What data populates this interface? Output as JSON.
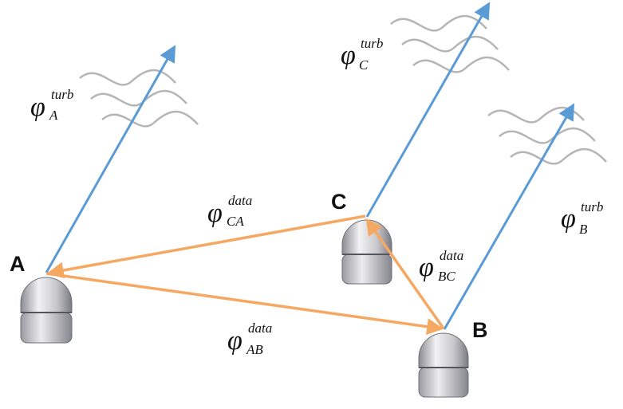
{
  "colors": {
    "turbulence_ray": "#5b9bd5",
    "baseline": "#f5a862",
    "turbulence_wave": "#b5b5b5",
    "text": "#111111"
  },
  "telescopes": [
    {
      "id": "A",
      "label": "A"
    },
    {
      "id": "B",
      "label": "B"
    },
    {
      "id": "C",
      "label": "C"
    }
  ],
  "phases": {
    "turb_A": {
      "symbol": "φ",
      "sup": "turb",
      "sub": "A"
    },
    "turb_B": {
      "symbol": "φ",
      "sup": "turb",
      "sub": "B"
    },
    "turb_C": {
      "symbol": "φ",
      "sup": "turb",
      "sub": "C"
    },
    "data_AB": {
      "symbol": "φ",
      "sup": "data",
      "sub": "AB"
    },
    "data_BC": {
      "symbol": "φ",
      "sup": "data",
      "sub": "BC"
    },
    "data_CA": {
      "symbol": "φ",
      "sup": "data",
      "sub": "CA"
    }
  },
  "icons": {
    "telescope": "telescope-dome-icon",
    "turbulence": "turbulence-wave-icon"
  }
}
